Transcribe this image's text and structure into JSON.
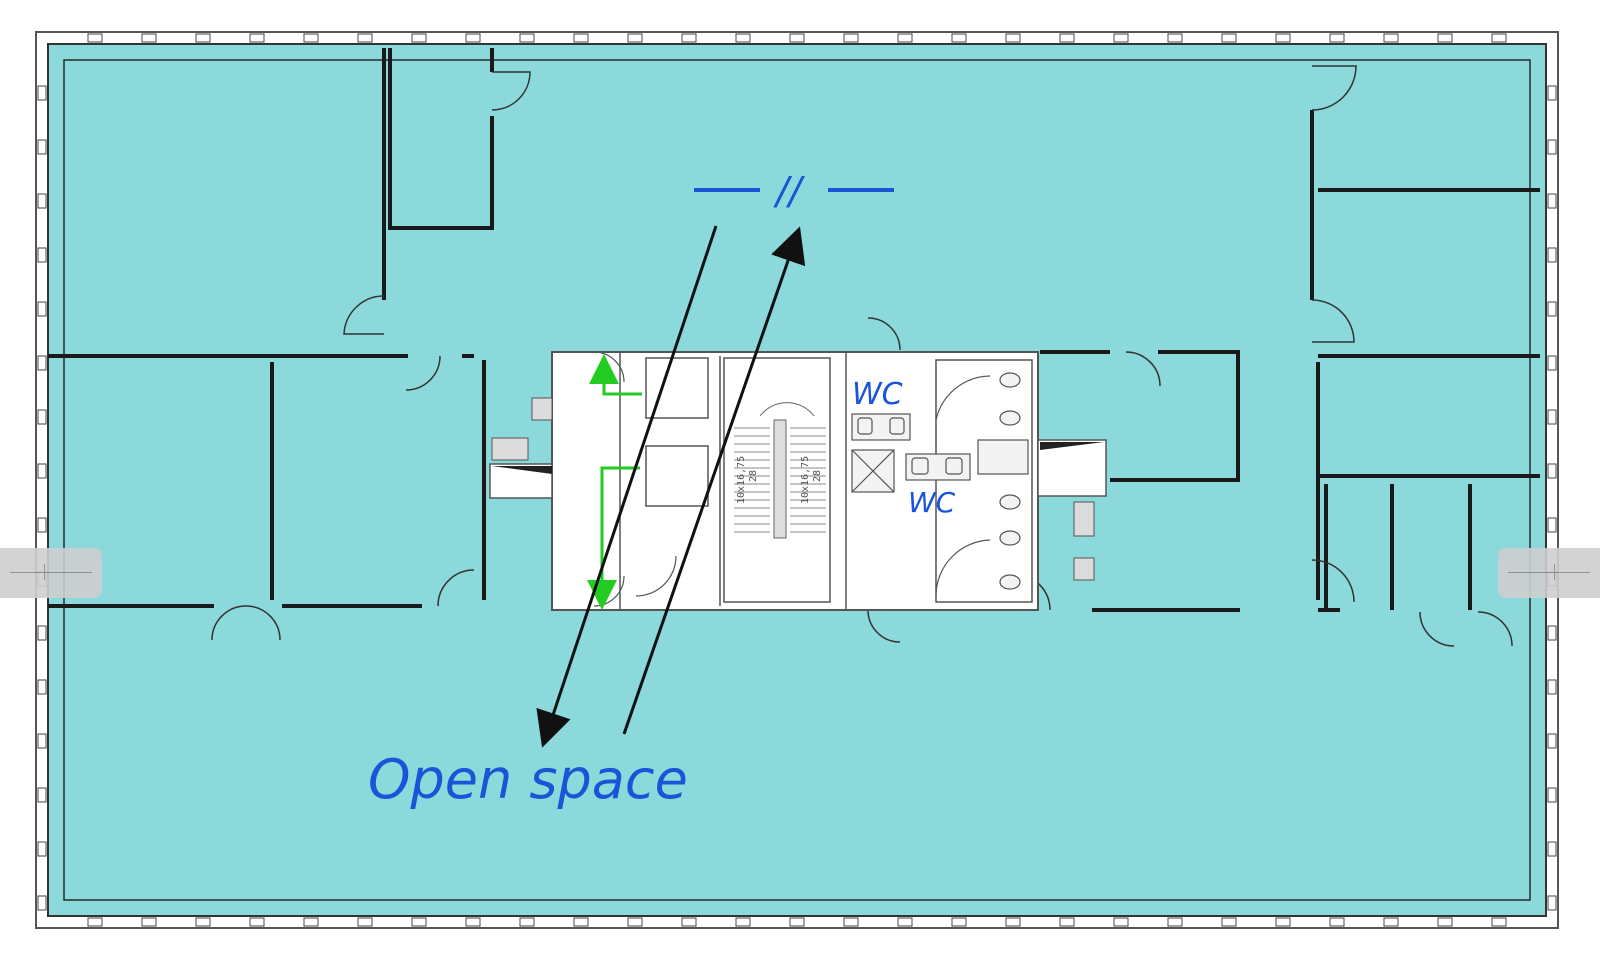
{
  "annotations": {
    "floor_indicator": "//",
    "open_space": "Open space",
    "wc_upper": "WC",
    "wc_lower": "WC"
  },
  "stairs": {
    "left_label": "10x16,75",
    "left_sub": "28",
    "right_label": "10x16,75",
    "right_sub": "28"
  },
  "colors": {
    "floor_fill": "#8bd9db",
    "core_fill": "#ffffff",
    "wall": "#1a1a1a",
    "ink": "#1a55d8",
    "arrow": "#111111",
    "escape_route": "#22cc22"
  },
  "icons": {
    "nav_left": "split-handle-icon",
    "nav_right": "split-handle-icon"
  }
}
